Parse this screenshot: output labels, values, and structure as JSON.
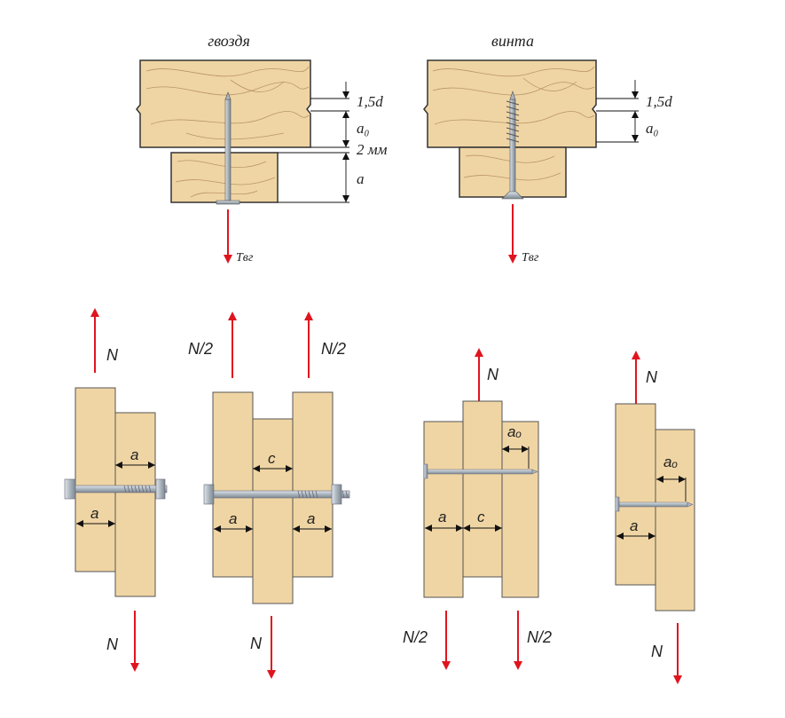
{
  "top": {
    "nail": {
      "title": "гвоздя",
      "dims": [
        "1,5d",
        "a₀",
        "2 мм",
        "a"
      ],
      "force": "Tвг"
    },
    "screw": {
      "title": "винта",
      "dims": [
        "1,5d",
        "a₀"
      ],
      "force": "Tвг"
    }
  },
  "bottom": {
    "bolt_single": {
      "force_top": "N",
      "force_bottom": "N",
      "dim_top": "a",
      "dim_bottom": "a"
    },
    "bolt_double": {
      "force_top_left": "N/2",
      "force_top_right": "N/2",
      "force_bottom": "N",
      "dim_c": "c",
      "dim_left": "a",
      "dim_right": "a"
    },
    "nail_triple": {
      "force_top": "N",
      "force_bottom_left": "N/2",
      "force_bottom_right": "N/2",
      "dim_a": "a",
      "dim_c": "c",
      "dim_a0": "aₒ"
    },
    "nail_double": {
      "force_top": "N",
      "force_bottom": "N",
      "dim_a0": "aₒ",
      "dim_a": "a"
    }
  },
  "colors": {
    "wood": "#f0d5a4",
    "wood_edge": "#333333",
    "grain": "#b8956a",
    "metal": "#b9c3cc",
    "force": "#e0141e"
  }
}
